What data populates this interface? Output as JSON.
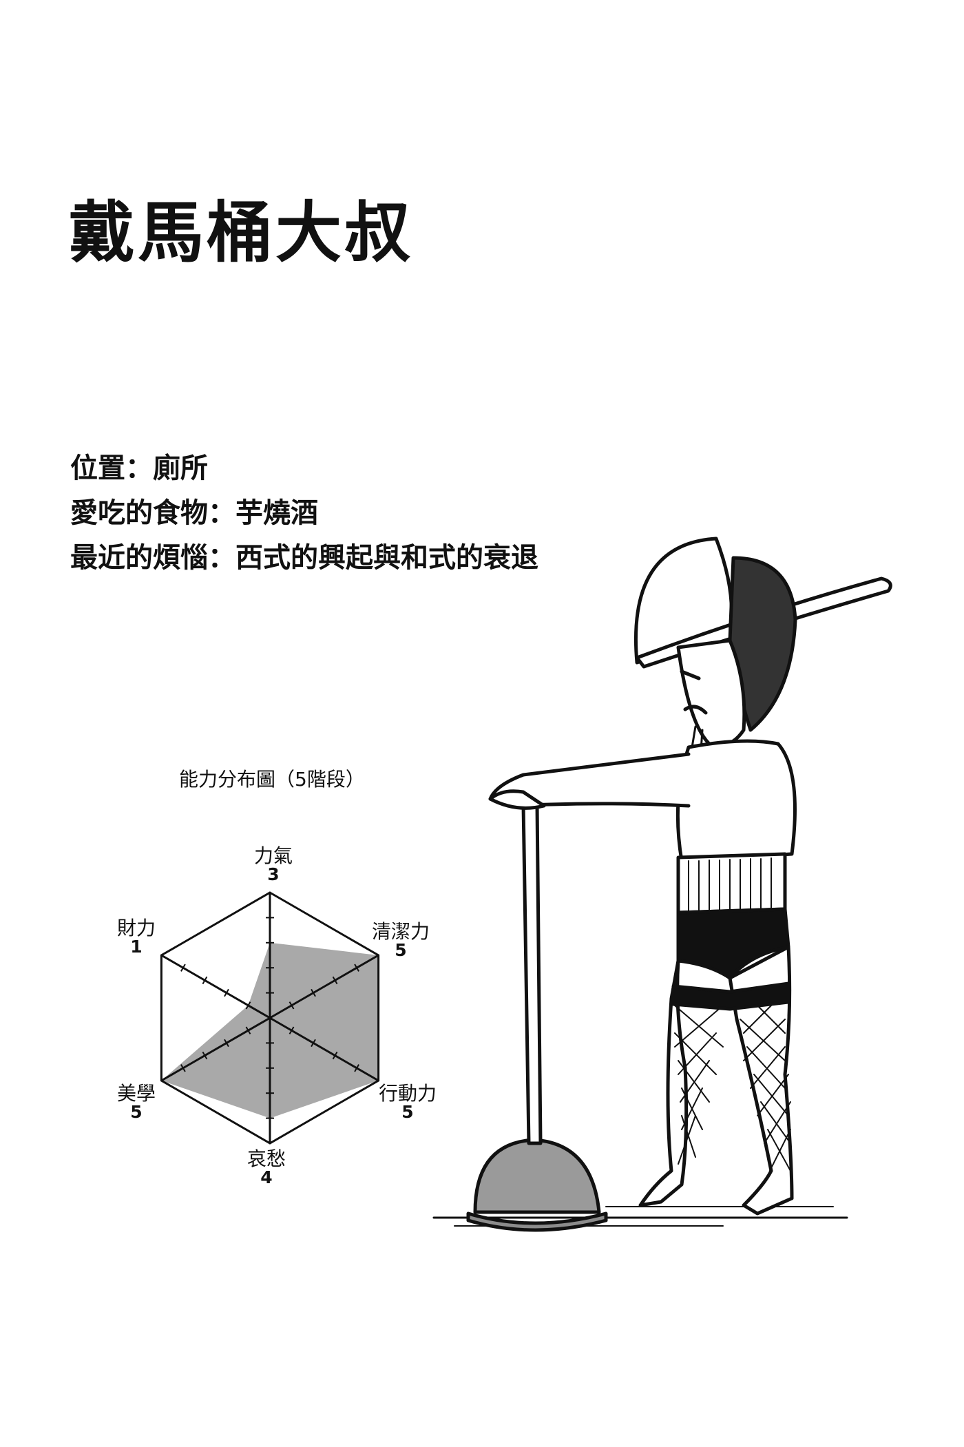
{
  "title": "戴馬桶大叔",
  "profile": [
    {
      "key": "位置",
      "sep": "：",
      "value": "廁所"
    },
    {
      "key": "愛吃的食物",
      "sep": "：",
      "value": "芋燒酒"
    },
    {
      "key": "最近的煩惱",
      "sep": "：",
      "value": "西式的興起與和式的衰退"
    }
  ],
  "chart_title": {
    "text": "能力分布圖",
    "paren_open": "（",
    "level": "5階段",
    "paren_close": "）"
  },
  "chart_data": {
    "type": "radar",
    "max": 5,
    "axes": [
      {
        "name": "力氣",
        "value": 3
      },
      {
        "name": "清潔力",
        "value": 5
      },
      {
        "name": "行動力",
        "value": 5
      },
      {
        "name": "哀愁",
        "value": 4
      },
      {
        "name": "美學",
        "value": 5
      },
      {
        "name": "財力",
        "value": 1
      }
    ]
  },
  "colors": {
    "ink": "#111111",
    "fill": "#a9a9a9",
    "page": "#ffffff",
    "plunger": "#9a9a9a"
  }
}
